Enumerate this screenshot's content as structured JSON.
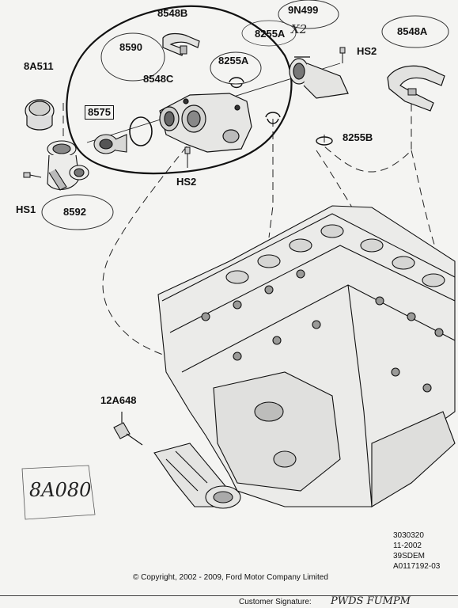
{
  "labels": {
    "p8548B": "8548B",
    "p9N499": "9N499",
    "p9N499_qty": "X2",
    "p8590": "8590",
    "p8255A_top": "8255A",
    "p8548A": "8548A",
    "p8A511": "8A511",
    "pHS2_top": "HS2",
    "p8255A_mid": "8255A",
    "p8548C": "8548C",
    "p8575": "8575",
    "p8255B": "8255B",
    "pHS2_bottom": "HS2",
    "pHS1": "HS1",
    "p8592": "8592",
    "p12A648": "12A648",
    "p8A080": "8A080"
  },
  "meta": {
    "line1": "3030320",
    "line2": "11-2002",
    "line3": "39SDEM",
    "line4": "A0117192-03"
  },
  "copyright": "© Copyright, 2002 - 2009, Ford Motor Company Limited",
  "footer": {
    "signature_label": "Customer Signature:",
    "signature_scrawl": "PWDS FUMPM"
  }
}
